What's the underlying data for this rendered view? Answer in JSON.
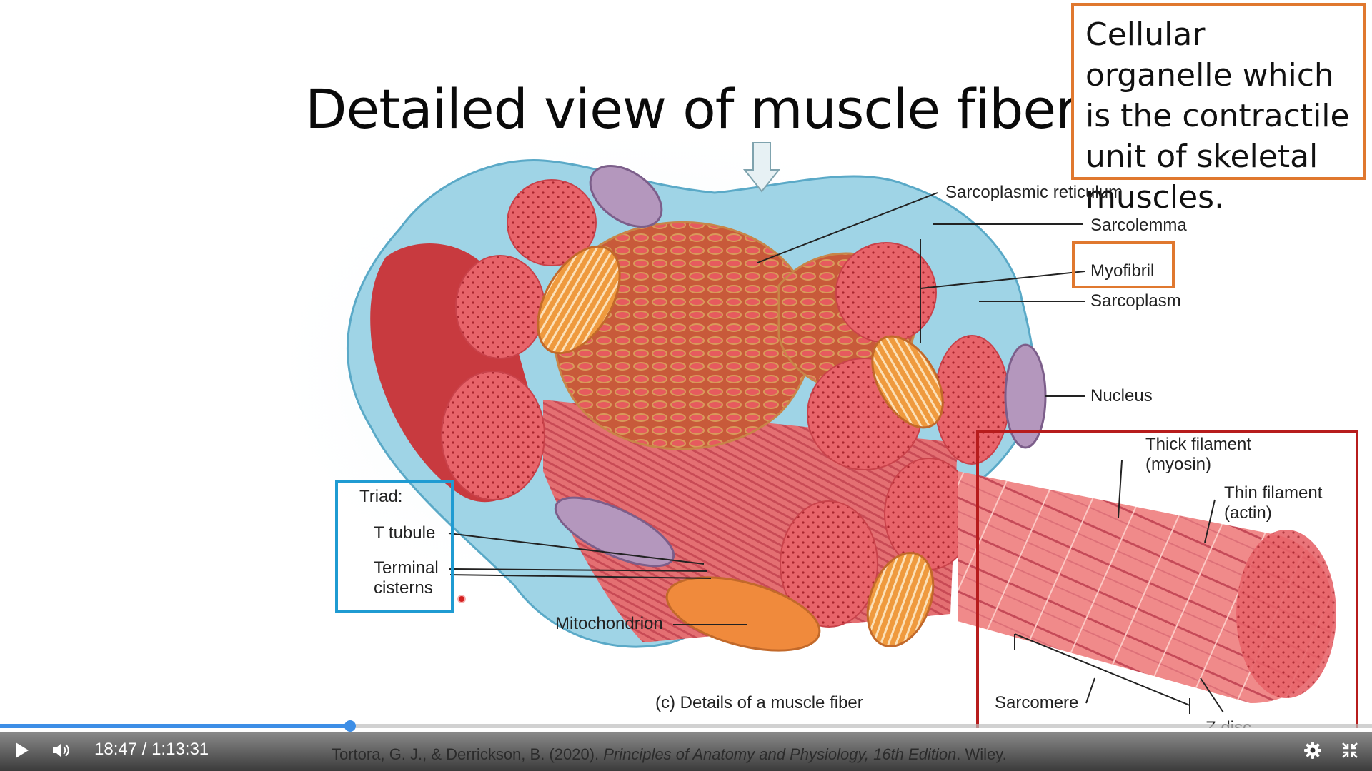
{
  "slide": {
    "title": "Detailed view of muscle fibers",
    "callout_text": "Cellular organelle which is the contractile unit of skeletal muscles.",
    "labels": {
      "sarcoplasmic_reticulum": "Sarcoplasmic reticulum",
      "sarcolemma": "Sarcolemma",
      "myofibril": "Myofibril",
      "sarcoplasm": "Sarcoplasm",
      "nucleus": "Nucleus",
      "thick_filament": "Thick filament\n(myosin)",
      "thin_filament": "Thin filament\n(actin)",
      "triad": "Triad:",
      "t_tubule": "T tubule",
      "terminal_cisterns": "Terminal\ncisterns",
      "mitochondrion": "Mitochondrion",
      "caption": "(c) Details of a muscle fiber",
      "sarcomere": "Sarcomere",
      "z_disc": "Z disc"
    },
    "citation": {
      "authors": "Tortora, G. J., & Derrickson, B. (2020). ",
      "work": "Principles of Anatomy and Physiology, 16th Edition",
      "publisher": ". Wiley."
    }
  },
  "player": {
    "current_time": "18:47",
    "separator": " / ",
    "total_time": "1:13:31",
    "progress_fraction": 0.2554,
    "icons": {
      "play": "play-icon",
      "volume": "volume-icon",
      "settings": "gear-icon",
      "exit_fullscreen": "exit-fullscreen-icon"
    }
  },
  "colors": {
    "callout_border": "#e0782f",
    "triad_border": "#1f9bd2",
    "myofibril_detail_border": "#b71c1c",
    "progress": "#3d8ee6"
  }
}
